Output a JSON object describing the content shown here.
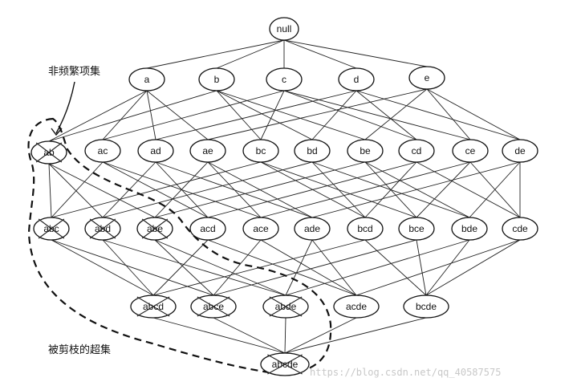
{
  "diagram": {
    "nodes": [
      {
        "id": "null",
        "label": "null",
        "level": 0,
        "pruned": false
      },
      {
        "id": "a",
        "label": "a",
        "level": 1,
        "pruned": false
      },
      {
        "id": "b",
        "label": "b",
        "level": 1,
        "pruned": false
      },
      {
        "id": "c",
        "label": "c",
        "level": 1,
        "pruned": false
      },
      {
        "id": "d",
        "label": "d",
        "level": 1,
        "pruned": false
      },
      {
        "id": "e",
        "label": "e",
        "level": 1,
        "pruned": false
      },
      {
        "id": "ab",
        "label": "ab",
        "level": 2,
        "pruned": true
      },
      {
        "id": "ac",
        "label": "ac",
        "level": 2,
        "pruned": false
      },
      {
        "id": "ad",
        "label": "ad",
        "level": 2,
        "pruned": false
      },
      {
        "id": "ae",
        "label": "ae",
        "level": 2,
        "pruned": false
      },
      {
        "id": "bc",
        "label": "bc",
        "level": 2,
        "pruned": false
      },
      {
        "id": "bd",
        "label": "bd",
        "level": 2,
        "pruned": false
      },
      {
        "id": "be",
        "label": "be",
        "level": 2,
        "pruned": false
      },
      {
        "id": "cd",
        "label": "cd",
        "level": 2,
        "pruned": false
      },
      {
        "id": "ce",
        "label": "ce",
        "level": 2,
        "pruned": false
      },
      {
        "id": "de",
        "label": "de",
        "level": 2,
        "pruned": false
      },
      {
        "id": "abc",
        "label": "abc",
        "level": 3,
        "pruned": true
      },
      {
        "id": "abd",
        "label": "abd",
        "level": 3,
        "pruned": true
      },
      {
        "id": "abe",
        "label": "abe",
        "level": 3,
        "pruned": true
      },
      {
        "id": "acd",
        "label": "acd",
        "level": 3,
        "pruned": false
      },
      {
        "id": "ace",
        "label": "ace",
        "level": 3,
        "pruned": false
      },
      {
        "id": "ade",
        "label": "ade",
        "level": 3,
        "pruned": false
      },
      {
        "id": "bcd",
        "label": "bcd",
        "level": 3,
        "pruned": false
      },
      {
        "id": "bce",
        "label": "bce",
        "level": 3,
        "pruned": false
      },
      {
        "id": "bde",
        "label": "bde",
        "level": 3,
        "pruned": false
      },
      {
        "id": "cde",
        "label": "cde",
        "level": 3,
        "pruned": false
      },
      {
        "id": "abcd",
        "label": "abcd",
        "level": 4,
        "pruned": true
      },
      {
        "id": "abce",
        "label": "abce",
        "level": 4,
        "pruned": true
      },
      {
        "id": "abde",
        "label": "abde",
        "level": 4,
        "pruned": true
      },
      {
        "id": "acde",
        "label": "acde",
        "level": 4,
        "pruned": false
      },
      {
        "id": "bcde",
        "label": "bcde",
        "level": 4,
        "pruned": false
      },
      {
        "id": "abcde",
        "label": "abcde",
        "level": 5,
        "pruned": true
      }
    ],
    "annotations": {
      "infrequent_itemset": "非频繁项集",
      "pruned_supersets": "被剪枝的超集"
    },
    "watermark": "https://blog.csdn.net/qq_40587575",
    "colors": {
      "stroke": "#111111",
      "background": "#ffffff",
      "watermark": "#c8c8c8"
    }
  }
}
